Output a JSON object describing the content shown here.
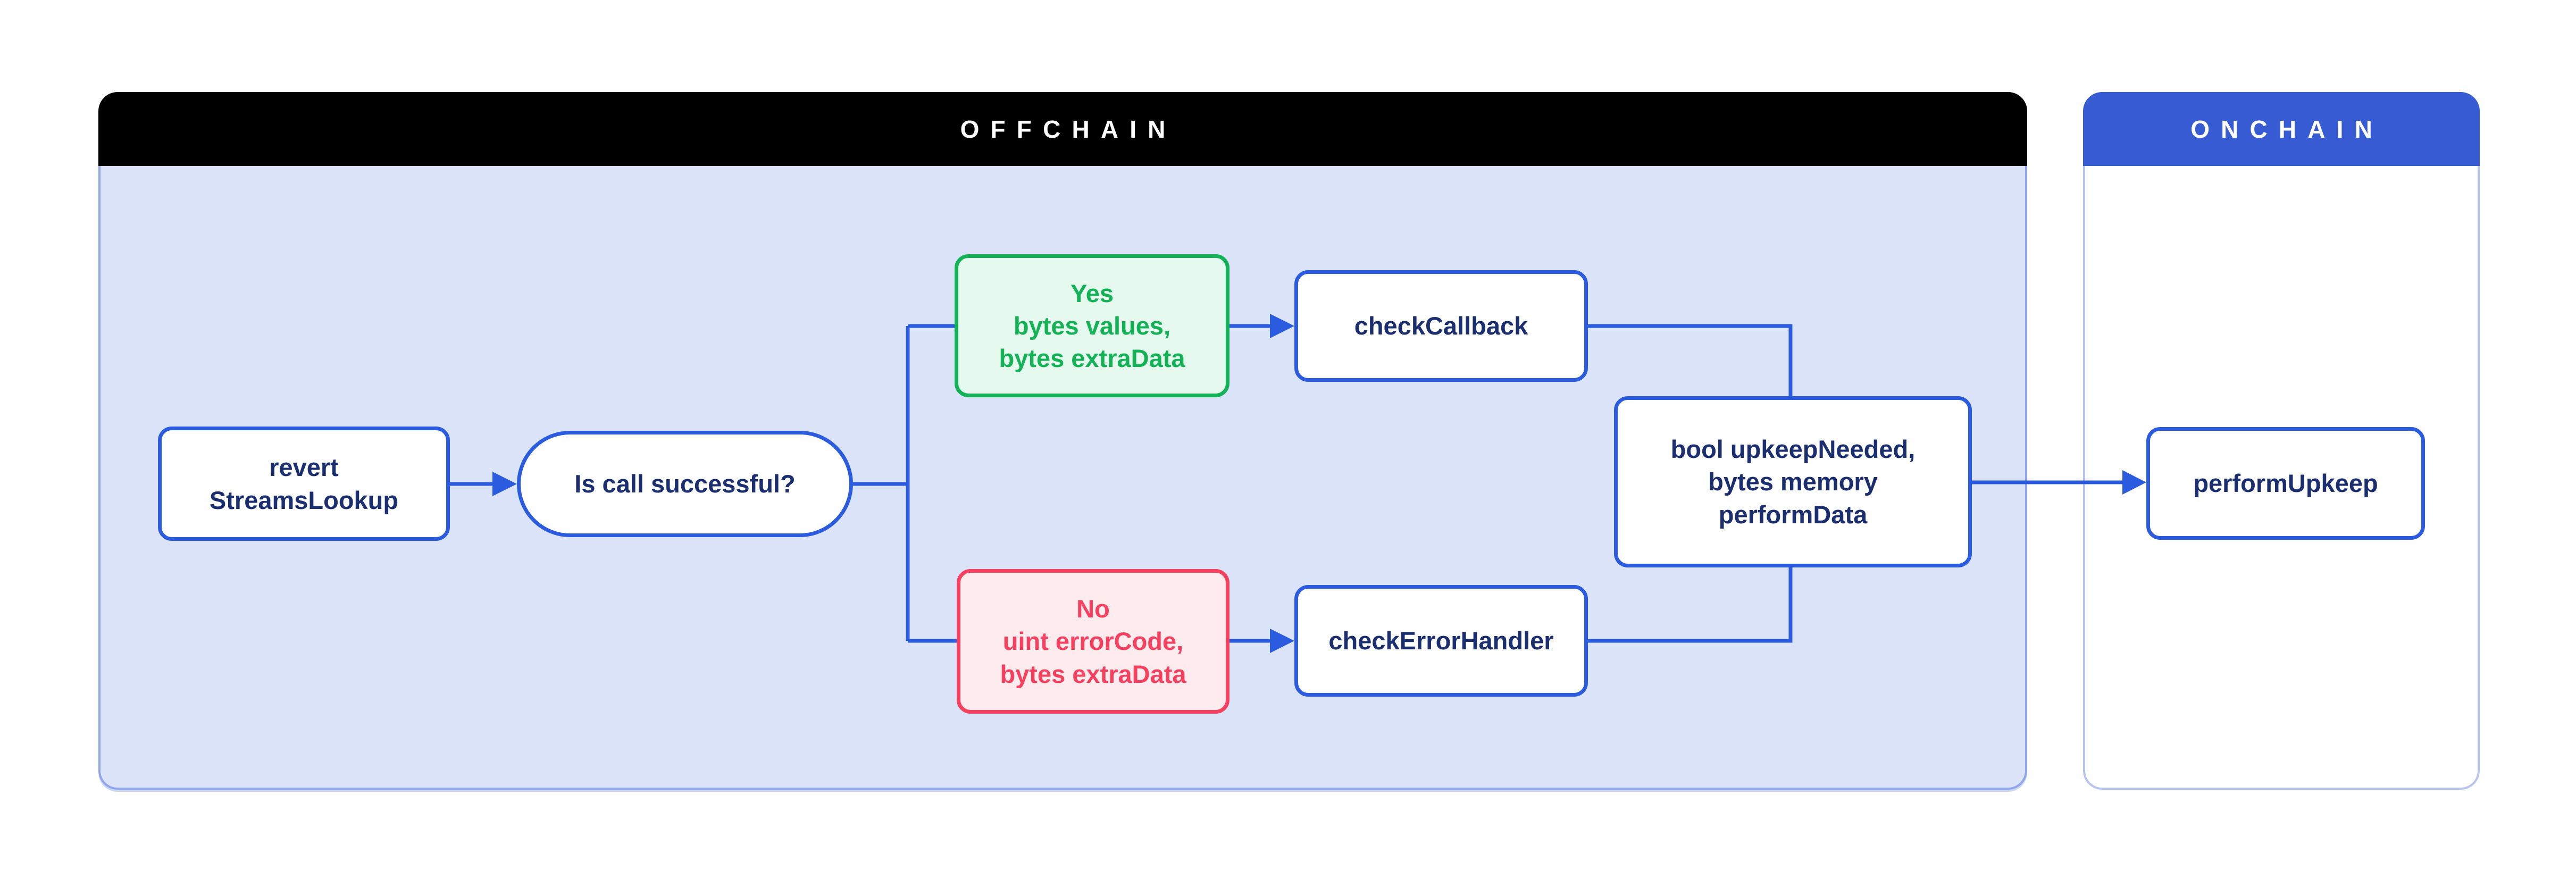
{
  "offchain": {
    "label": "OFFCHAIN"
  },
  "onchain": {
    "label": "ONCHAIN"
  },
  "nodes": {
    "revert": {
      "text": "revert\nStreamsLookup"
    },
    "decision": {
      "text": "Is call successful?"
    },
    "yes": {
      "text": "Yes\nbytes values,\nbytes extraData"
    },
    "check_callback": {
      "text": "checkCallback"
    },
    "no": {
      "text": "No\nuint errorCode,\nbytes extraData"
    },
    "check_error_handler": {
      "text": "checkErrorHandler"
    },
    "result": {
      "text": "bool upkeepNeeded,\nbytes memory\nperformData"
    },
    "perform_upkeep": {
      "text": "performUpkeep"
    }
  },
  "edges": [
    {
      "from": "revert StreamsLookup",
      "to": "Is call successful?",
      "arrow": true
    },
    {
      "from": "Is call successful?",
      "to": "Yes (bytes values, bytes extraData)",
      "arrow": false
    },
    {
      "from": "Is call successful?",
      "to": "No (uint errorCode, bytes extraData)",
      "arrow": false
    },
    {
      "from": "Yes branch",
      "to": "checkCallback",
      "arrow": true
    },
    {
      "from": "No branch",
      "to": "checkErrorHandler",
      "arrow": true
    },
    {
      "from": "checkCallback",
      "to": "bool upkeepNeeded, bytes memory performData",
      "arrow": false
    },
    {
      "from": "checkErrorHandler",
      "to": "bool upkeepNeeded, bytes memory performData",
      "arrow": false
    },
    {
      "from": "bool upkeepNeeded, bytes memory performData",
      "to": "performUpkeep",
      "arrow": true
    }
  ],
  "colors": {
    "offchain_header_bg": "#000000",
    "onchain_header_bg": "#375bd2",
    "header_text": "#ffffff",
    "offchain_body_bg": "#dbe3f9",
    "offchain_border": "#8fa5ec",
    "onchain_border": "#b7c4f1",
    "node_border_and_wire": "#2b5ce0",
    "node_text": "#1b2f70",
    "yes_green": "#14b257",
    "yes_green_bg": "#e5f9ee",
    "no_red": "#f5415f",
    "no_red_bg": "#fdebee"
  }
}
